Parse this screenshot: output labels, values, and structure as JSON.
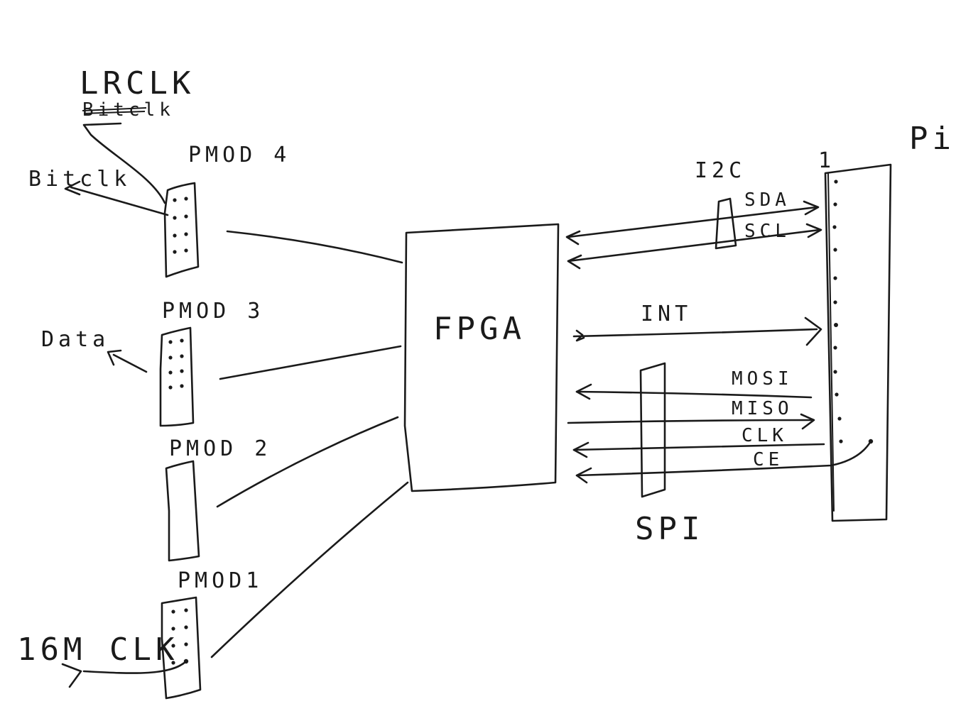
{
  "labels": {
    "lrclk": "LRCLK",
    "bitclk_struck": "Bitclk",
    "bitclk": "Bitclk",
    "data": "Data",
    "clk16m": "16M CLK",
    "pmod4": "PMOD 4",
    "pmod3": "PMOD 3",
    "pmod2": "PMOD 2",
    "pmod1": "PMOD1",
    "fpga": "FPGA",
    "i2c": "I2C",
    "sda": "SDA",
    "scl": "SCL",
    "int": "INT",
    "mosi": "MOSI",
    "miso": "MISO",
    "clk": "CLK",
    "ce": "CE",
    "spi": "SPI",
    "pi": "Pi",
    "pin_one": "1"
  }
}
